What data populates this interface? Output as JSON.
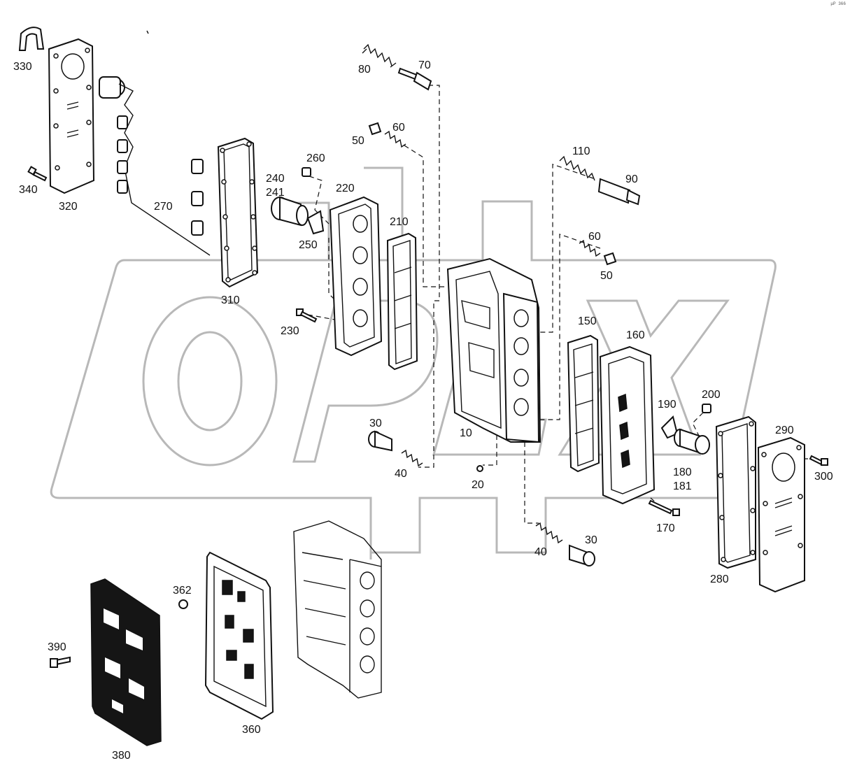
{
  "corner_code": "μP 366",
  "labels": {
    "l330": "330",
    "l340": "340",
    "l320": "320",
    "l270": "270",
    "l310": "310",
    "l260": "260",
    "l240": "240",
    "l241": "241",
    "l220": "220",
    "l210": "210",
    "l250": "250",
    "l230": "230",
    "l80": "80",
    "l70": "70",
    "l60a": "60",
    "l50a": "50",
    "l110": "110",
    "l90": "90",
    "l60b": "60",
    "l50b": "50",
    "l150": "150",
    "l160": "160",
    "l10": "10",
    "l30a": "30",
    "l40a": "40",
    "l20": "20",
    "l200": "200",
    "l190": "190",
    "l180": "180",
    "l181": "181",
    "l290": "290",
    "l300": "300",
    "l170": "170",
    "l40b": "40",
    "l30b": "30",
    "l280": "280",
    "l362": "362",
    "l390": "390",
    "l360": "360",
    "l380": "380"
  }
}
